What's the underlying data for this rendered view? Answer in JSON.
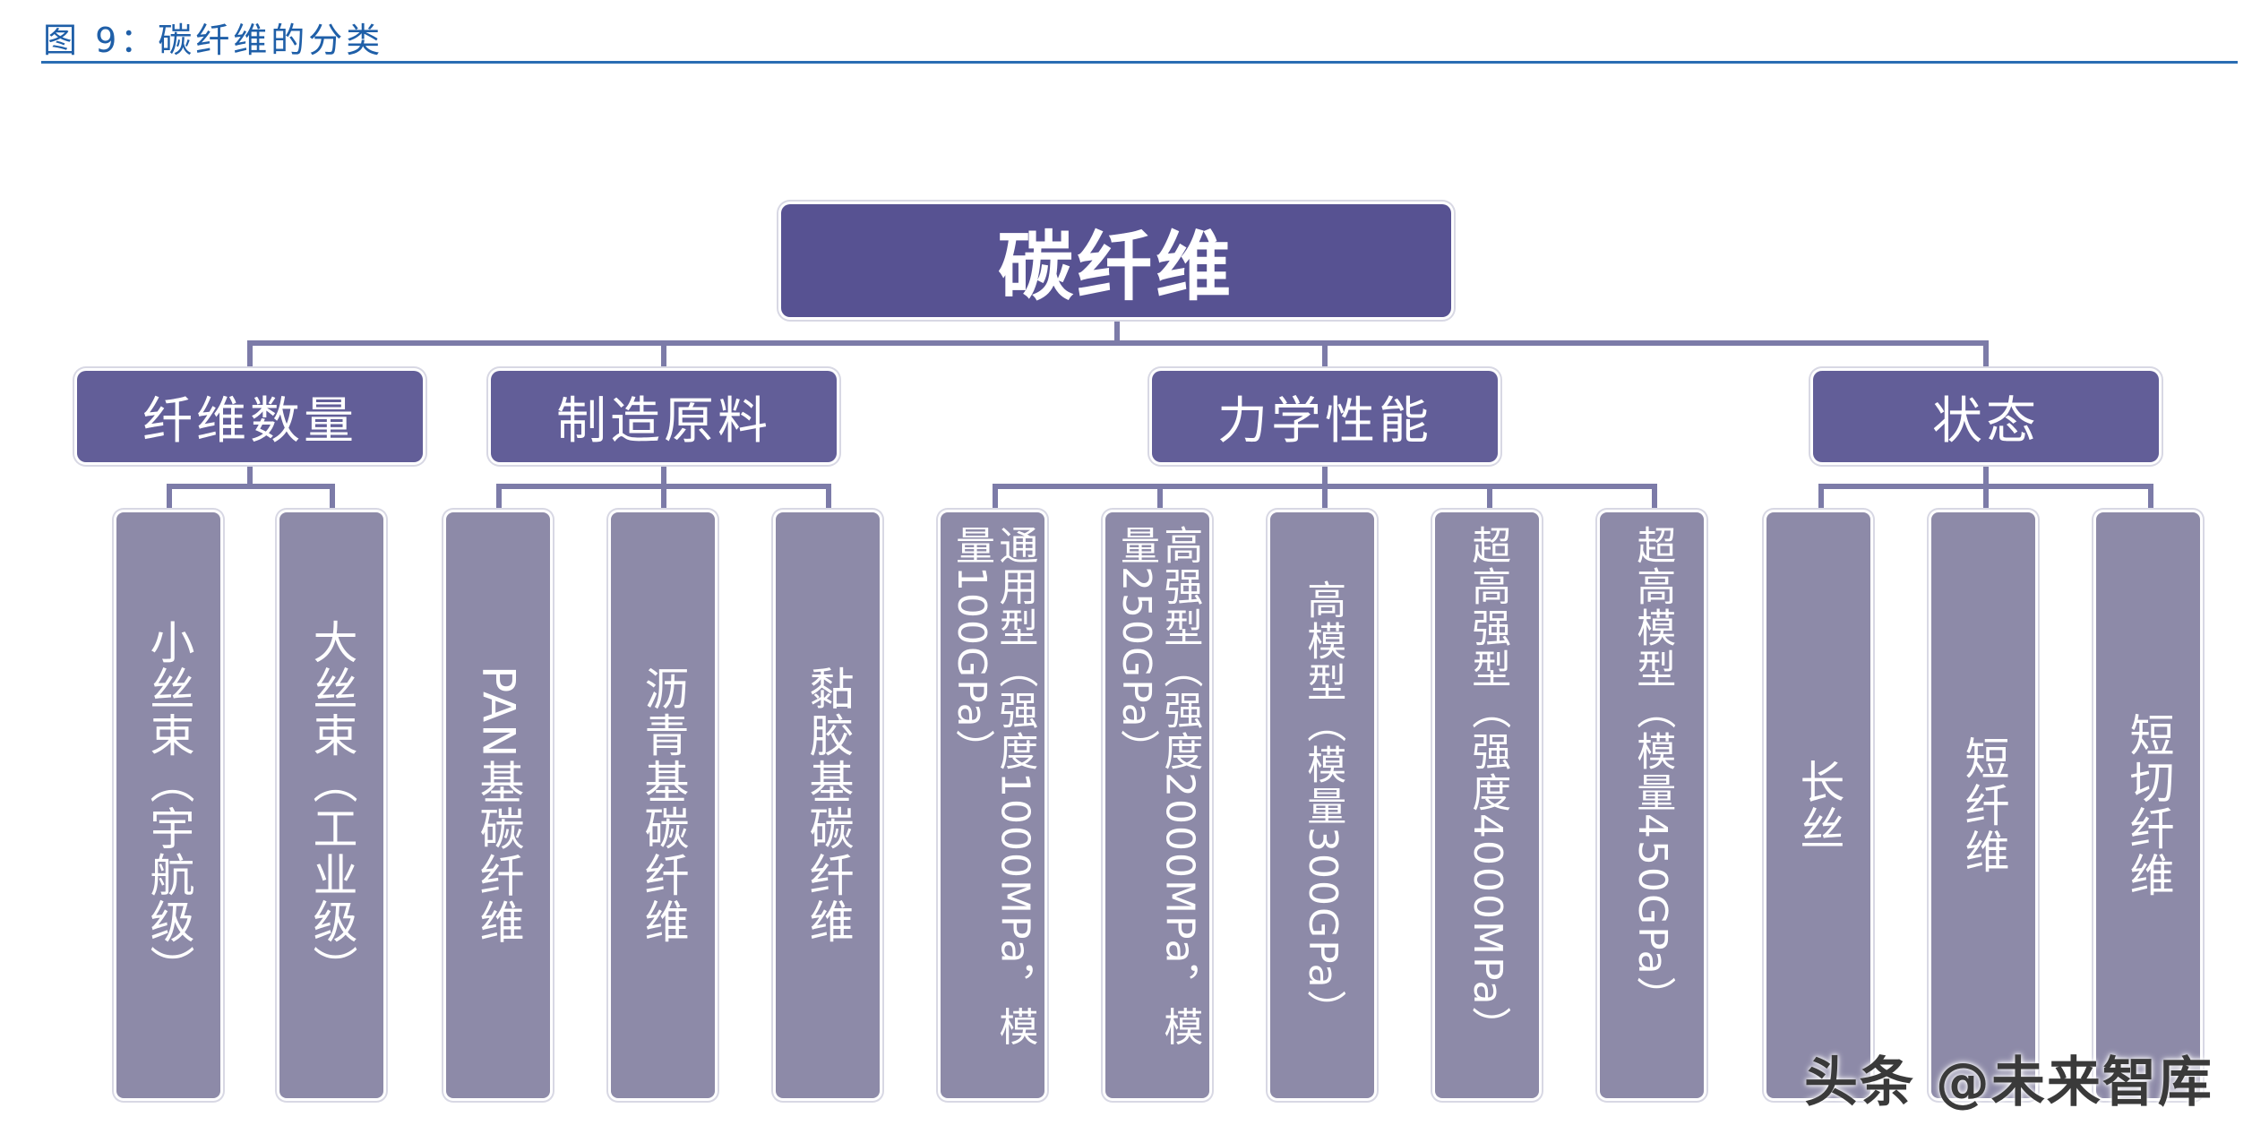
{
  "figure": {
    "title": "图 9：碳纤维的分类"
  },
  "root": {
    "label": "碳纤维"
  },
  "categories": [
    {
      "label": "纤维数量",
      "items": [
        "小丝束（宇航级）",
        "大丝束（工业级）"
      ]
    },
    {
      "label": "制造原料",
      "items": [
        "PAN基碳纤维",
        "沥青基碳纤维",
        "黏胶基碳纤维"
      ]
    },
    {
      "label": "力学性能",
      "items": [
        "通用型（强度1000MPa，模量100GPa）",
        "高强型（强度2000MPa，模量250GPa）",
        "高模型（模量300GPa）",
        "超高强型（强度4000MPa）",
        "超高模型（模量450GPa）"
      ]
    },
    {
      "label": "状态",
      "items": [
        "长丝",
        "短纤维",
        "短切纤维"
      ]
    }
  ],
  "watermark": {
    "text": "头条 @未来智库"
  },
  "colors": {
    "root_fill": "#575292",
    "category_fill": "#625e98",
    "leaf_fill": "#8d8aa8",
    "connector": "#7c7ba8",
    "title_blue": "#1f5fa8"
  }
}
